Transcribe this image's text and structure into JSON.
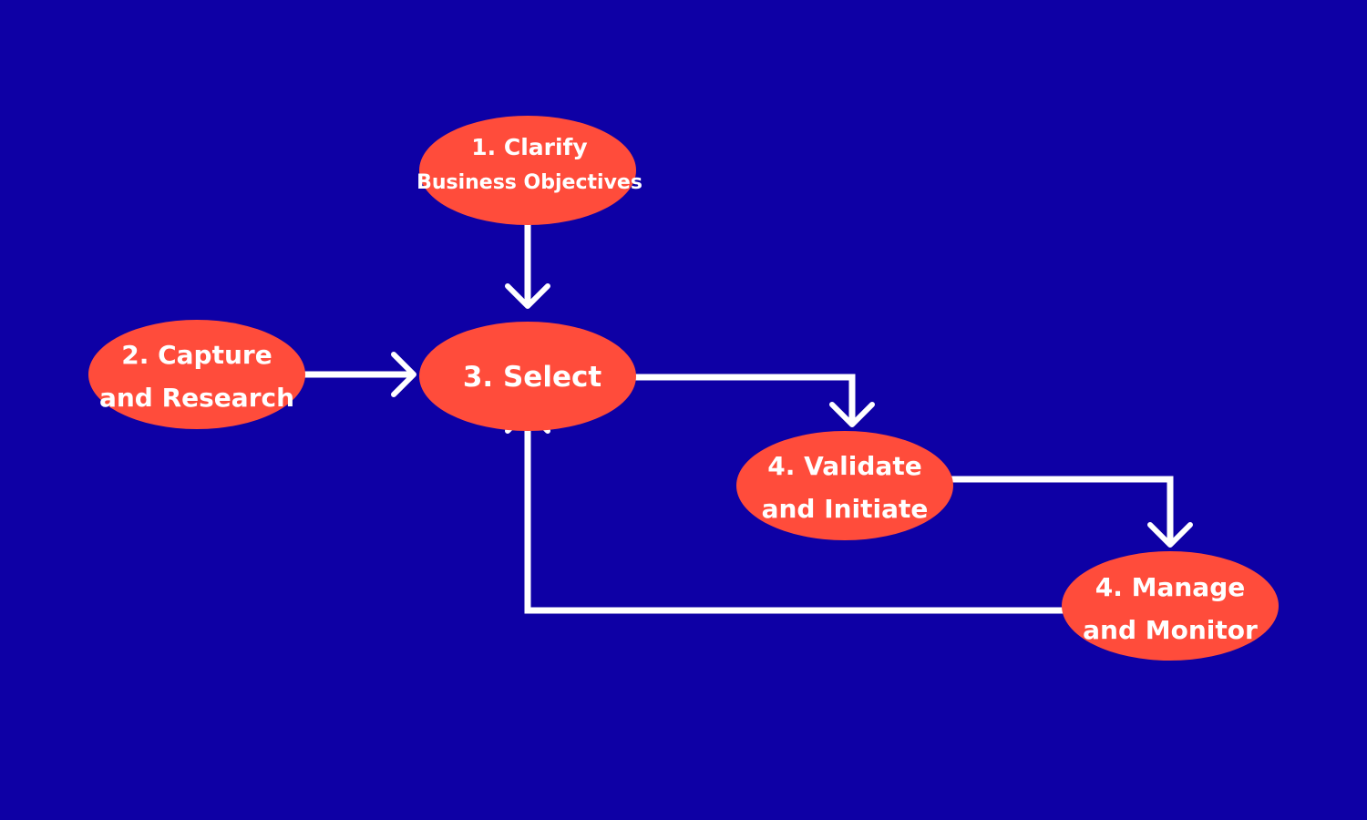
{
  "colors": {
    "background": "#0e00a5",
    "node_fill": "#ff4c3b",
    "text": "#ffffff",
    "connector": "#ffffff"
  },
  "nodes": {
    "clarify": {
      "line1": "1. Clarify",
      "line2": "Business Objectives"
    },
    "capture": {
      "line1": "2. Capture",
      "line2": "and Research"
    },
    "select": {
      "line1": "3. Select"
    },
    "validate": {
      "line1": "4. Validate",
      "line2": "and Initiate"
    },
    "manage": {
      "line1": "4. Manage",
      "line2": "and Monitor"
    }
  },
  "connections": [
    {
      "from": "clarify",
      "to": "select"
    },
    {
      "from": "capture",
      "to": "select"
    },
    {
      "from": "select",
      "to": "validate"
    },
    {
      "from": "validate",
      "to": "manage"
    },
    {
      "from": "manage",
      "to": "select"
    }
  ]
}
